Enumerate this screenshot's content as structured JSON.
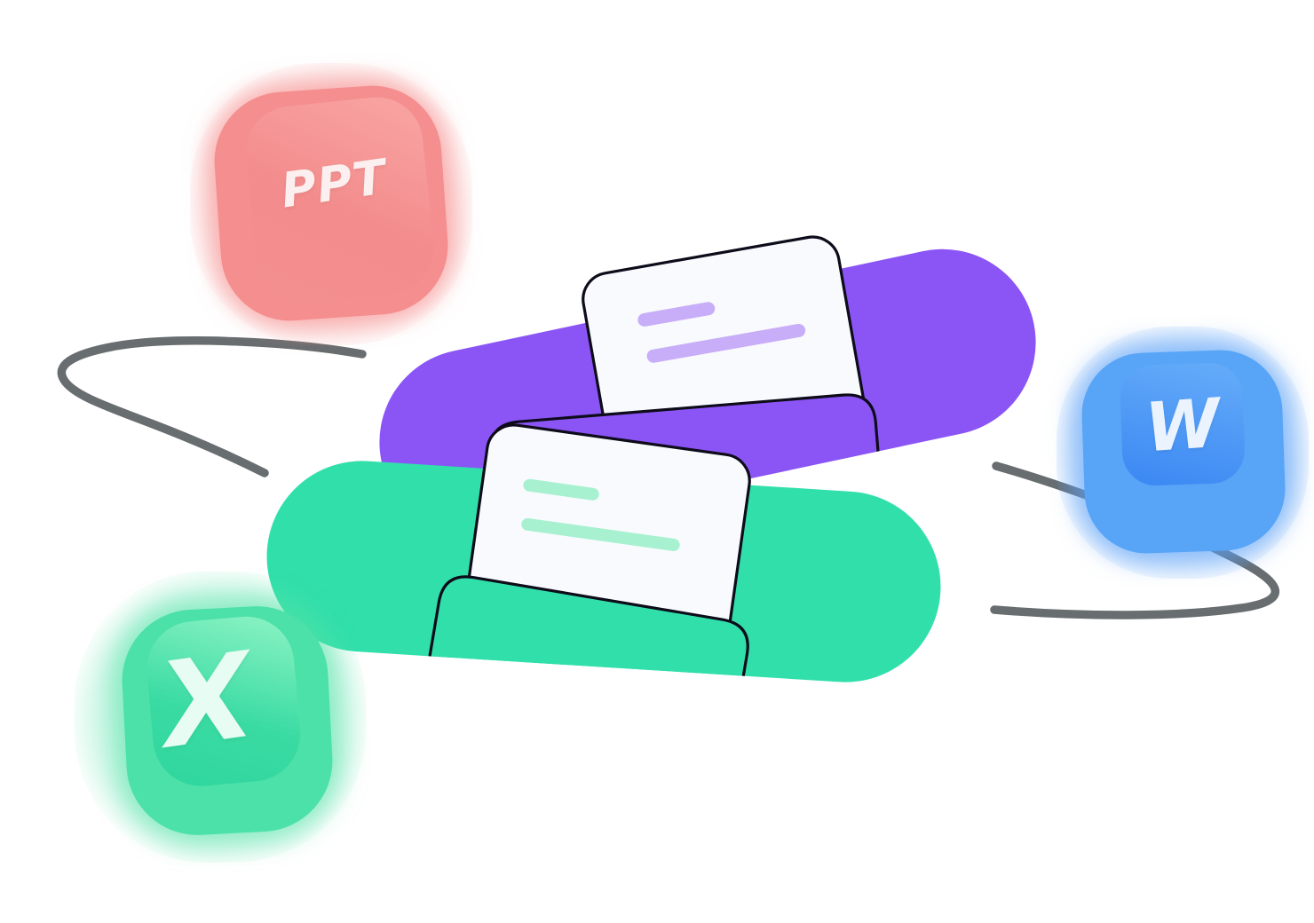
{
  "illustration": {
    "icons": {
      "ppt": {
        "label": "PPT",
        "color": "#F58E8E"
      },
      "excel": {
        "label": "X",
        "color": "#4CE1A8"
      },
      "word": {
        "label": "W",
        "color": "#58A5F7"
      }
    },
    "folders": {
      "purple_folder": {
        "color": "#8B55F6",
        "outline": "#0E0B1A",
        "card_color": "#F8FAFD",
        "text_line_color": "#C8ADF8"
      },
      "green_folder": {
        "color": "#31DFAB",
        "outline": "#0E0B1A",
        "card_color": "#F8FAFD",
        "text_line_color": "#A7F1D1"
      }
    },
    "curves": {
      "color": "#686D70"
    }
  }
}
